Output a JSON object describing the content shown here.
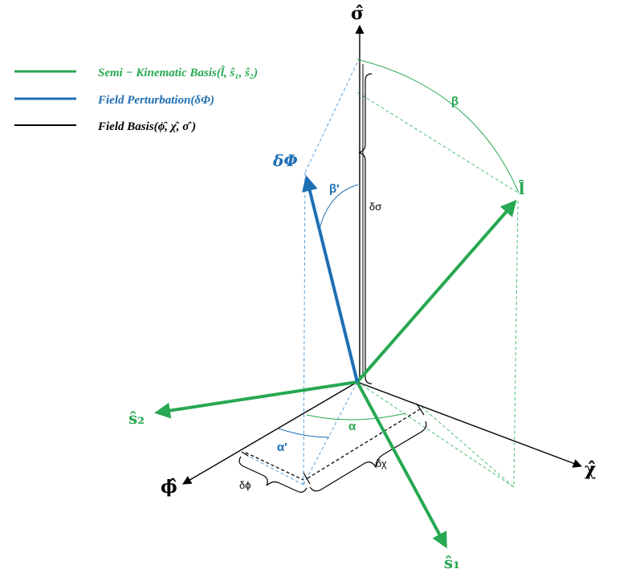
{
  "legend": {
    "items": [
      {
        "text": "Semi − Kinematic Basis(l̂, ŝ₁, ŝ₂)",
        "color": "#27a851"
      },
      {
        "text": "Field Perturbation(δΦ)",
        "color": "#1f6fb4"
      },
      {
        "text": "Field Basis(ϕ̂, χ̂, σ̂ )",
        "color": "#000000"
      }
    ]
  },
  "axes": {
    "sigma": "σ̂",
    "chi": "χ̂",
    "phi": "ϕ̂"
  },
  "vectors": {
    "l": "l̂",
    "s1": "ŝ₁",
    "s2": "ŝ₂",
    "delta_phi": "δΦ"
  },
  "angles": {
    "beta": "β",
    "beta_prime": "β′",
    "alpha": "α",
    "alpha_prime": "α′"
  },
  "components": {
    "delta_sigma": "δσ",
    "delta_chi": "δχ",
    "delta_phi_small": "δϕ"
  },
  "colors": {
    "green": "#27a851",
    "blue": "#1f6fb4",
    "black": "#000000",
    "light_blue": "#5aa0d8",
    "light_green": "#4fbf72"
  }
}
